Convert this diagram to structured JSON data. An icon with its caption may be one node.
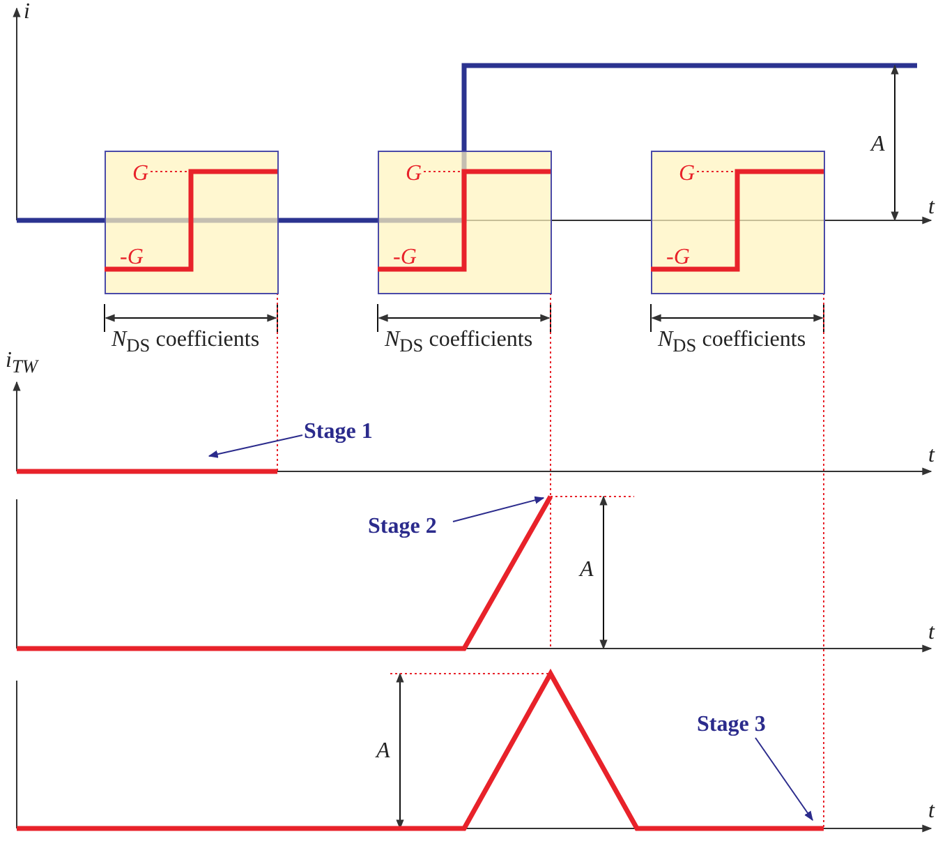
{
  "diagram": {
    "nodes": [
      {
        "text": [
          "G",
          "-G"
        ],
        "beside": [
          "*N*$_{DS}$ coefficients"
        ]
      },
      {
        "text": [
          "G",
          "-G"
        ],
        "beside": [
          "*N*$_{DS}$ coefficients"
        ]
      },
      {
        "text": [
          "G",
          "-G"
        ],
        "beside": [
          "*N*$_{DS}$ coefficients"
        ]
      },
      {
        "text": [
          "Stage 1"
        ]
      },
      {
        "text": [
          "Stage 2"
        ]
      },
      {
        "text": [
          "Stage 3"
        ]
      }
    ],
    "edges": [
      {
        "from": 3,
        "to": null,
        "arrow": "to"
      },
      {
        "from": 4,
        "to": null,
        "arrow": "to"
      },
      {
        "from": 5,
        "to": null,
        "arrow": "to"
      }
    ],
    "labels": [
      "i",
      "t",
      "A",
      "i$_{TW}$",
      "t",
      "t",
      "A",
      "A",
      "t"
    ]
  }
}
